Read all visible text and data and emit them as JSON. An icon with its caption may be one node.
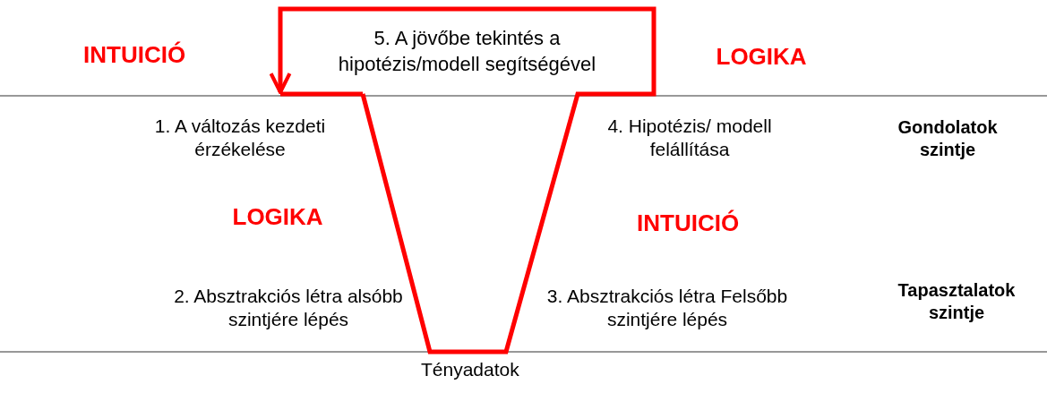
{
  "diagram": {
    "nodes": [
      {
        "text": [
          "5. A jövőbe tekintés a hipotézis/modell segítségével"
        ]
      }
    ],
    "labels": [
      "INTUICIÓ",
      "LOGIKA",
      "1. A változás kezdeti érzékelése",
      "4. Hipotézis/ modell felállítása",
      "Gondolatok szintje",
      "LOGIKA",
      "INTUICIÓ",
      "2. Absztrakciós létra alsóbb szintjére lépés",
      "3. Absztrakciós létra Felsőbb szintjére lépés",
      "Tapasztalatok szintje",
      "Tényadatok"
    ]
  }
}
